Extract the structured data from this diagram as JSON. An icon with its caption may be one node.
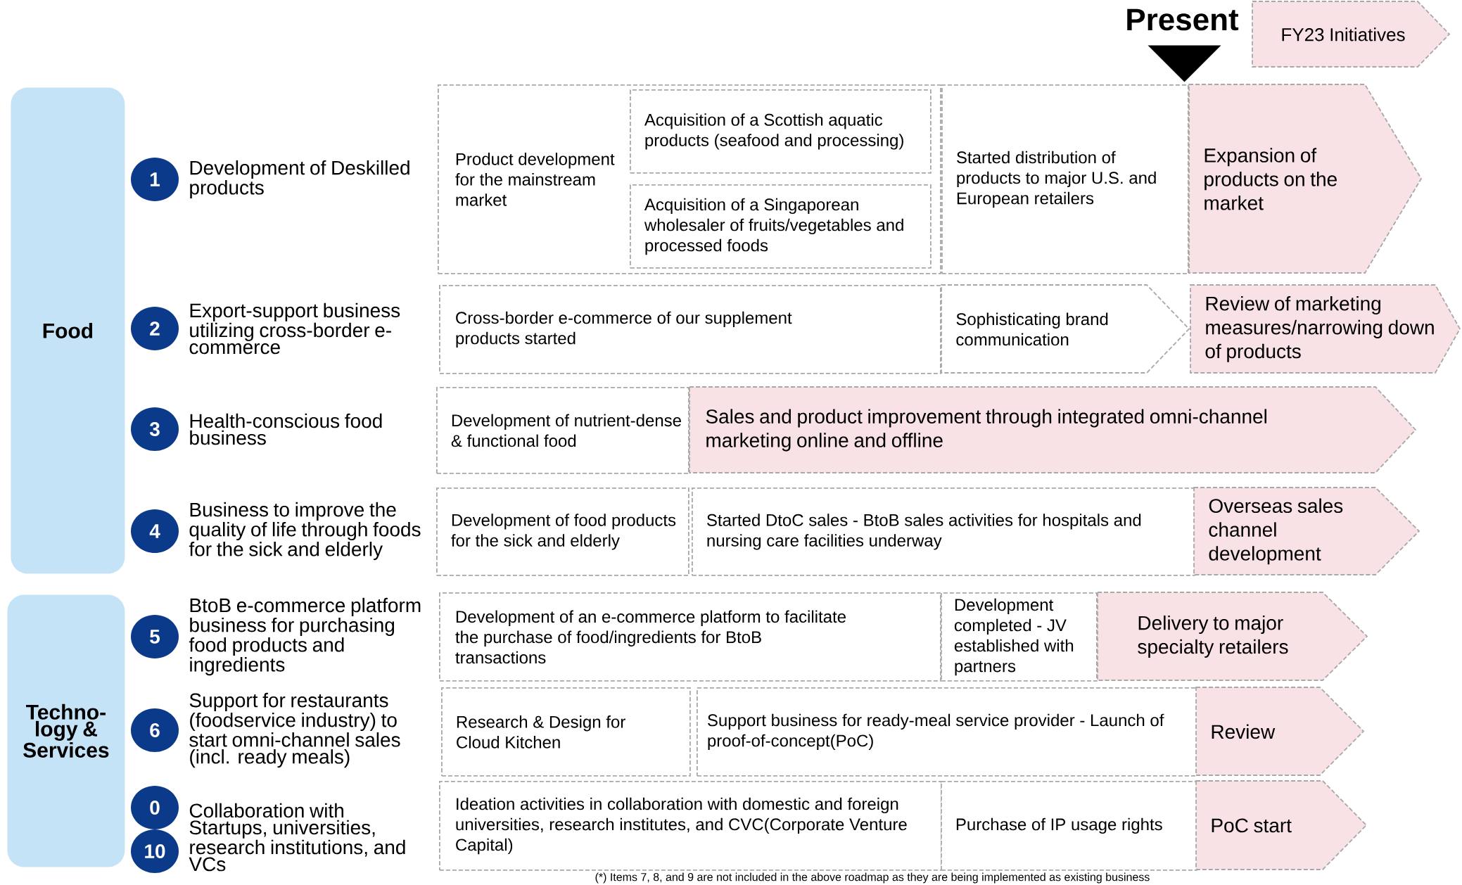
{
  "diagram": {
    "nodes": [
      {
        "text": [
          "FY23 Initiatives"
        ]
      },
      {
        "text": [
          "Food"
        ]
      },
      {
        "text": [
          "Techno- logy & Services"
        ]
      },
      {
        "text": [
          "1"
        ],
        "beside": [
          "Development of Deskilled products"
        ]
      },
      {
        "text": [
          "Product development for the mainstream market"
        ]
      },
      {
        "text": [
          "Acquisition of a Scottish aquatic products (seafood and processing)"
        ],
        "in": 4
      },
      {
        "text": [
          "Acquisition of a Singaporean wholesaler of fruits/vegetables and processed foods"
        ],
        "in": 4
      },
      {
        "text": [
          "Started distribution of products to major U.S. and European retailers"
        ]
      },
      {
        "text": [
          "Expansion of products on the market"
        ]
      },
      {
        "text": [
          "2"
        ],
        "beside": [
          "Export-support business utilizing cross-border e-commerce"
        ]
      },
      {
        "text": [
          "Cross-border e-commerce of our supplement products started"
        ]
      },
      {
        "text": [
          "Sophisticating brand communication"
        ]
      },
      {
        "text": [
          "Review of marketing measures/narrowing down of products"
        ]
      },
      {
        "text": [
          "3"
        ],
        "beside": [
          "Health-conscious food business"
        ]
      },
      {
        "text": [
          "Development of nutrient-dense & functional food"
        ]
      },
      {
        "text": [
          "Sales and product improvement through integrated omni-channel marketing online and offline"
        ]
      },
      {
        "text": [
          "4"
        ],
        "beside": [
          "Business to improve the quality of life through foods for the sick and elderly"
        ]
      },
      {
        "text": [
          "Development of food products for the sick and elderly"
        ]
      },
      {
        "text": [
          "Started DtoC sales - BtoB sales activities for hospitals and nursing care facilities underway"
        ]
      },
      {
        "text": [
          "Overseas sales channel development"
        ]
      },
      {
        "text": [
          "5"
        ],
        "beside": [
          "BtoB e-commerce platform business for purchasing food products and ingredients"
        ]
      },
      {
        "text": [
          "Development of an e-commerce platform to facilitate the purchase of food/ingredients for BtoB transactions"
        ]
      },
      {
        "text": [
          "Development completed - JV established with partners"
        ]
      },
      {
        "text": [
          "Delivery to major specialty retailers"
        ]
      },
      {
        "text": [
          "6"
        ],
        "beside": [
          "Support for restaurants (foodservice industry) to start omni-channel sales (incl. ready meals)"
        ]
      },
      {
        "text": [
          "Research & Design for Cloud Kitchen"
        ]
      },
      {
        "text": [
          "Support business for ready-meal service provider - Launch of proof-of-concept(PoC)"
        ]
      },
      {
        "text": [
          "Review"
        ]
      },
      {
        "text": [
          "0"
        ],
        "beside": [
          "Collaboration with Startups, universities, research institutions, and VCs"
        ]
      },
      {
        "text": [
          "10"
        ]
      },
      {
        "text": [
          "Ideation activities in collaboration with domestic and foreign universities, research institutes, and CVC(Corporate Venture Capital)"
        ]
      },
      {
        "text": [
          "Purchase of IP usage rights"
        ]
      },
      {
        "text": [
          "PoC start"
        ]
      },
      {
        "text": [],
        "shape": "triangle"
      }
    ],
    "edges": [],
    "labels": [
      "Present",
      "(*) Items 7, 8, and 9 are not included in the above roadmap as they are being implemented as existing business"
    ]
  }
}
